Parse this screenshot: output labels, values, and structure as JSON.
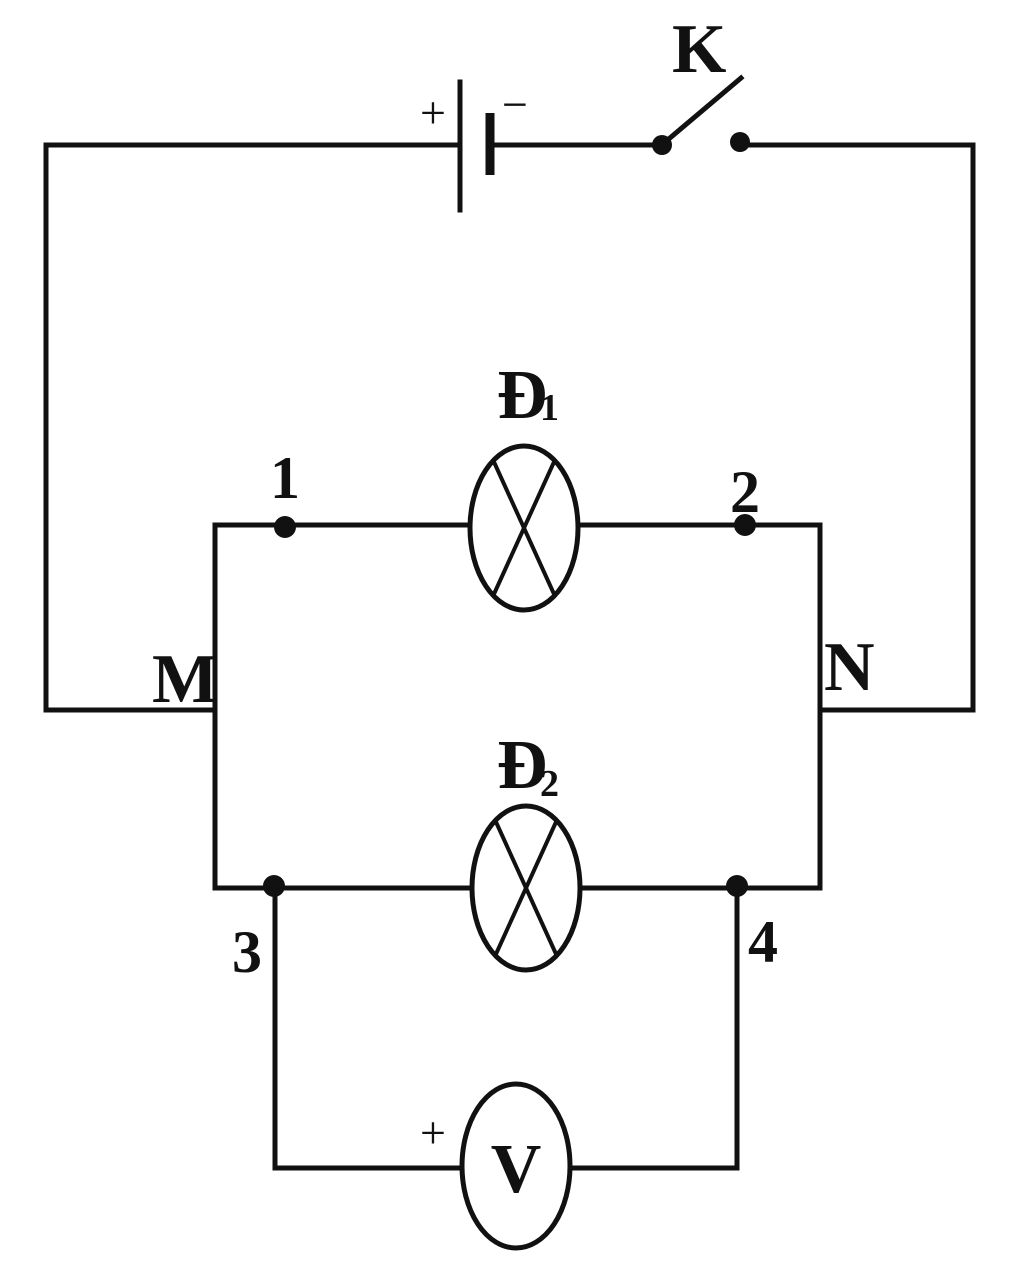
{
  "diagram": {
    "battery": {
      "plus": "+",
      "minus": "−"
    },
    "switch": {
      "label": "K"
    },
    "lamp1": {
      "letter": "Đ",
      "index": "1"
    },
    "lamp2": {
      "letter": "Đ",
      "index": "2"
    },
    "voltmeter": {
      "label": "V",
      "plus": "+"
    },
    "nodes": {
      "m": "M",
      "n": "N",
      "p1": "1",
      "p2": "2",
      "p3": "3",
      "p4": "4"
    }
  }
}
